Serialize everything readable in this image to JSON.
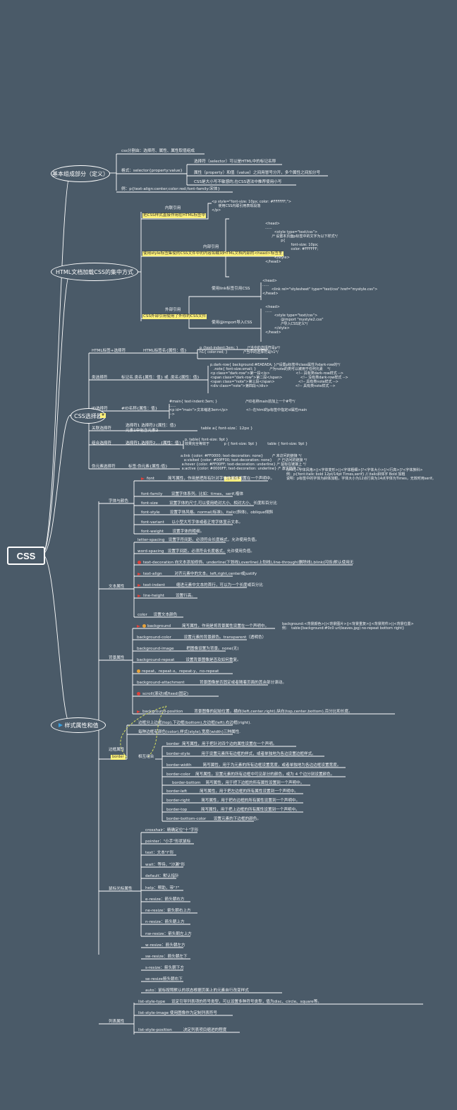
{
  "root": "CSS",
  "branches": {
    "basic": {
      "title": "基本组成部分（定义）",
      "rule": "css分割由：选择符、属性、属性取值组成",
      "format": "格式：selector{property:value}",
      "selector_note": "选择符（selector）可以是HTML中的标记名称",
      "property_note": "属性（property）和值（value）之间用冒号分开，多个属性之间加分号",
      "case_note": "CSS是大小写不敏感的,在CSS语法中推荐使用小写",
      "example": "例：p{text-align:center;color:red;font-family:宋体}"
    },
    "html": {
      "title": "HTML文档加载CSS的集中方式",
      "inline_label": "内联引用",
      "inline_desc": "把CSS样式直接作用在HTML标签中",
      "inline_code": "<p style=\"font-size: 10px; color: #FFFFFF;\">\n      使用CSS内联引用表现段落\n</p>",
      "internal_label": "内部引用",
      "internal_desc": "使用style标签集使的CSS文件中的内容如载到HTML文档内部的<head>标签里",
      "internal_code": "<head>\n......\n        <style type=\"text/css\">\n      /* 设置本页面p标签中的文字为以下样式*/\n              p{\n                       font-size: 10px;\n                       color: #FFFFFF;\n              }\n        </style>\n</head>",
      "external_label": "外部引用",
      "external_desc": "CSS外部引用使用了外修的CSS文件",
      "link_label": "使用link标签引用CSS",
      "link_code": "<head>\n......\n        <link rel=\"stylesheet\" type=\"text/css\" href=\"mystyle.css\">\n</head>",
      "import_label": "使用@import导入CSS",
      "import_code": "<head>\n......\n        <style type=\"text/css\">\n              @import \"mystyle2.css\"\n              /*导入CSS定义*/\n        </style>\n</head>"
    },
    "selectors": {
      "title": "CSS选择器",
      "html_sel": "HTML标签+选择符",
      "html_sel_rule": "HTML标签名{属性：值}",
      "html_sel_code": "p {text-indent:3em; }        /*当中的选择符是p*/\nh1{ color:red; }              /*当中的选择符是h1*/",
      "class_sel": "类选择符",
      "class_sel_rule": "标记名.类名{属性：值} 或 .类名{属性：值}",
      "class_sel_code": "p.dark-row{ background:#EAEAEA; }/*设置p标签中class属性为dark-row的*/\n   .note{ font-size:small; }            /*为note的类可以被用于任何元素    */\n<p class=\"dark-row\">第一段</p>                       <!-- 具有类dark-row样式 -->\n<span class=\"dark-row\">第二段</span>                <!-- 没有类dark-row样式 -->\n<span class=\"note\">第三段</span>                     <!-- 具有类note样式 -->\n<div class=\"note\">第四段</div>                        <!-- 具有类note样式 -->",
      "id_sel": "ID选择符",
      "id_sel_rule": "#ID名称{属性：值}",
      "id_sel_code": "#main{ text-indent:3em; }                         /*ID名称main前加上一个#号*/\n......\n<p id=\"main\">文本缩进3em</p>                <!--在html的p标签中指定id属性main\n-->",
      "rel_sel": "关联选择符",
      "rel_sel_rule": "选择符1 选择符2{属性：值}\n元素1中包含元素2",
      "rel_sel_code": "table a{ font-size：12px }",
      "group_sel": "组合选择符",
      "group_sel_rule": "选择符1,选择符2,...{属性：值}",
      "group_sel_code": "p, table{ font-size: 9pt }\n效果完全等效于             p { font-size: 9pt }         table { font-size: 9pt }",
      "pseudo_sel": "伪元素选择符",
      "pseudo_sel_rule": "标签:伪元素{属性:值}",
      "pseudo_sel_code": "a:link {color: #FF0000; text-decoration: none}        /* 未访问的链接 */\n   a:visited {color: #00FF00; text-decoration: none}     /* 已访问的链接 */\n a:hover {color: #FF00FF; text-decoration: underline} /* 鼠标在链接上 */\n a:active {color: #0000FF; text-decoration: underline} /* 激活链接 */",
      "pseudo_tag": "注意顺序"
    },
    "styles": {
      "title": "样式属性和值",
      "font_group": "字体与颜色",
      "font_head": "font",
      "font_head_desc": "简写属性，作用是把所有针对字体的属性设置在一个声明中。",
      "font_head_note": "font:[<字体风格>||<字体变形>||<字体粗细>]?<字体大小>[/<行高>]?<字体族科>\n例：p{font:italic bold 12pt/14pt Times,serif} // italic斜体字 Bold 加粗\n说明：p标签中的字体为斜体加粗，字体大小为12点行高为14点字体为Times，无效时用serif。",
      "font_items": [
        "font-family       设置字体系列。比如：times、serif,楷体",
        "font-size         设置字体的尺寸,可以使用绝对大小、相对大小、长度和百分比",
        "font-style        设置字体风格。normal(标准)、italic(斜体)、oblique倾斜",
        "font-variant      以小型大写字体或者正常字体显示文本。",
        "font-weight       设置字体的粗细。"
      ],
      "text_group": "文本属性",
      "text_items": [
        "letter-spacing   设置字符间距。必须符合长度格式，允许使用负值。",
        "word-spacing   设置字间距。必须符合长度格式，允许使用负值。",
        "text-decoration 向文本添加修饰。underline(下划线),overline(上划线),line-through(删除线),blink(闪烁)默认使用无",
        "text-align          对齐元素中的文本。left,right,center或justify",
        "text-indent         缩进元素中文本的首行，可以为一个长度或百分比",
        "line-height         设置行高。",
        "color     设置文本颜色"
      ],
      "bg_group": "背景属性",
      "bg_head": "background",
      "bg_head_desc": "简写属性，作用是将背景属性设置在一个声明中。",
      "bg_head_note": "background:<背景颜色>||<背景图片>||<背景重复>||<背景附件>||<背景位置>\n例：  table{background:#0c0 url(leaves.jpg) no-repeat bottom right}",
      "bg_items": [
        "background-color          设置元素的背景颜色。transparent（透明色）",
        "background-image          把图像设置为背景。none(无)",
        "background-repeat         设置背景图像是否及如何重复。",
        "repeat、repeat-x、repeat-y、no-repeat",
        "background-attachment            背景图像是否固定或者随着页面的其余部分滚动。",
        "scroll(滚动)或fixed(固定)",
        "background-position         背景图像的起始位置，横向(left,center,right),纵向(top,center,bottom),百分比和长度。"
      ],
      "border_group": "边框属性",
      "border_tag": "border",
      "border_top_notes": [
        "边框分上边框(top),下边框(bottom),左边框(left),右边框(right).",
        "每种边框有颜色(color),样式(style),宽度(width)三种属性."
      ],
      "border_combo": "相互组合",
      "border_items": [
        "border  简写属性，用于把针对四个边的属性设置在一个声明。",
        "border-style         用于设置元素所有边框的样式，或者单独地为各边设置边框样式。",
        "border-width         简写属性，用于为元素的所有边框设置宽度，或者单独地为各边边框设置宽度。",
        "border-color    简写属性，设置元素的所有边框中可见部分的颜色，或为 4 个边分别设置颜色。",
        "border-bottom    简写属性，用于把下边框的所有属性设置到一个声明中。",
        "border-left          简写属性，用于把左边框的所有属性设置到一个声明中。",
        "border-right         简写属性，用于把右边框的所有属性设置到一个声明中。",
        "border-top           简写属性，用于把上边框的所有属性设置到一个声明中。",
        "border-bottom-color      设置元素的下边框的颜色。"
      ],
      "cursor_group": "鼠标光标属性",
      "cursor_items": [
        "crosshair：精确定位\"十\"字形",
        "pointer：\"小手\"形状鼠标",
        "text：文本\"I\"形",
        "wait：等待，\"沙漏\"形",
        "default：默认指针",
        "help：帮助，带\"?\"",
        "e-resize：箭头朝右方",
        "ne-resize：箭头朝右上方",
        "n-resize：箭头朝上方",
        "nw-resize：箭头朝左上方",
        "w-resize：箭头朝左方",
        "sw-resize：箭头朝左下",
        "s-resize：箭头朝下方",
        "se-resize箭头朝右下",
        "auto：鼠标按照默认的状态根据页面上的元素自行改变样式"
      ],
      "list_group": "列表属性",
      "list_items": [
        "list-style-type     设定引导列表项的符号类型，可以设置多种符号类型，值为disc、circle、square等。",
        "list-style-image 使用图像作为定制列表符号",
        "list-style-position         决定列表项目缩进的程度"
      ]
    }
  },
  "colors": {
    "background": "#4a5a68",
    "line": "#ffffff",
    "highlight": "#fff27a",
    "flag": "#e0413a",
    "dash": "#d8e060"
  }
}
